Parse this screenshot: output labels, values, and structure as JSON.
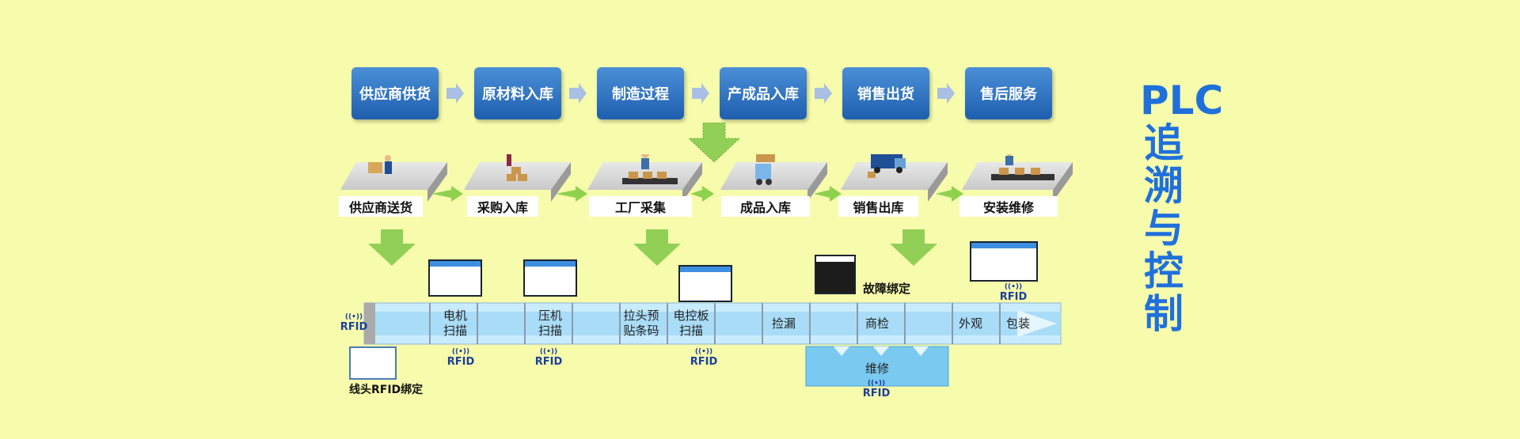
{
  "stages": [
    "供应商供货",
    "原材料入库",
    "制造过程",
    "产成品入库",
    "销售出货",
    "售后服务"
  ],
  "platforms": [
    "供应商送货",
    "采购入库",
    "工厂采集",
    "成品入库",
    "销售出库",
    "安装维修"
  ],
  "belt_labels": {
    "motor": "电机\n扫描",
    "compressor": "压机\n扫描",
    "pull": "拉头预\n贴条码",
    "board": "电控板\n扫描",
    "leak": "捡漏",
    "inspect": "商检",
    "appearance": "外观",
    "pack": "包装",
    "repair": "维修"
  },
  "rfid_label": "RFID",
  "annotations": {
    "line_head": "线头RFID绑定",
    "fault": "故障绑定"
  },
  "title": "PLC追溯与控制",
  "colors": {
    "stage_blue": "#2566b8",
    "arrow_green": "#92cf56",
    "belt_blue": "#bfe5fb",
    "title_blue": "#2070dc",
    "bg": "#f6fcab"
  }
}
